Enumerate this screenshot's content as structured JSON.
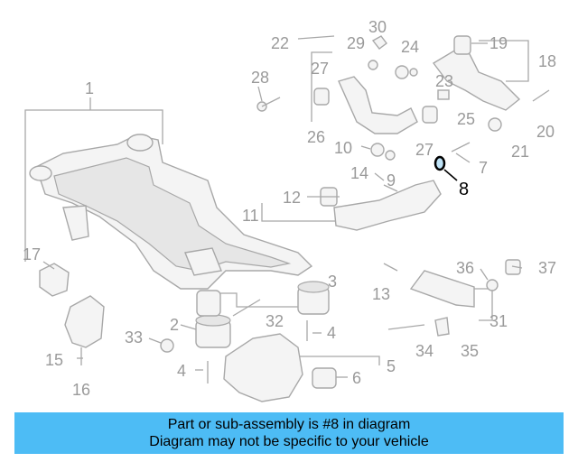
{
  "diagram": {
    "highlighted_part": "8",
    "colors": {
      "part_line": "#a8a8a8",
      "highlight": "#000000",
      "highlight_ring": "#3a9ad9",
      "banner_bg": "#4dbcf5"
    },
    "callouts": [
      "1",
      "2",
      "3",
      "4",
      "5",
      "6",
      "7",
      "8",
      "9",
      "10",
      "11",
      "12",
      "13",
      "14",
      "15",
      "16",
      "17",
      "18",
      "19",
      "20",
      "21",
      "22",
      "23",
      "24",
      "25",
      "26",
      "27",
      "28",
      "29",
      "30",
      "31",
      "32",
      "33",
      "34",
      "35",
      "36",
      "37"
    ]
  },
  "banner": {
    "line1": "Part or sub-assembly is #8 in diagram",
    "line2": "Diagram may not be specific to your vehicle"
  }
}
